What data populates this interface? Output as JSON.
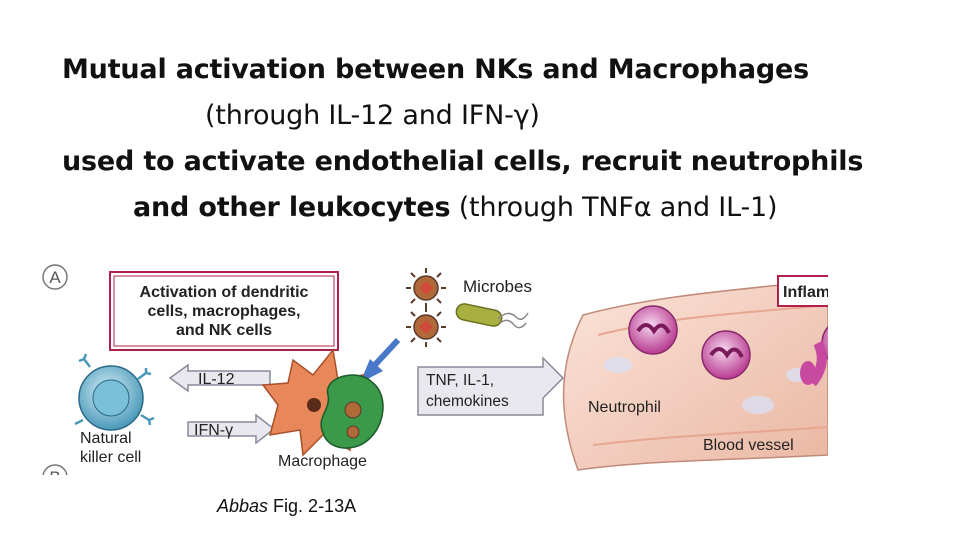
{
  "title": {
    "line1": "Mutual activation between NKs and Macrophages",
    "line2": "(through IL-12 and IFN-γ)",
    "line3": "used to activate endothelial cells, recruit neutrophils",
    "line4_bold": "and other leukocytes",
    "line4_rest": " (through TNFα and IL-1)"
  },
  "figure": {
    "panel_label": "A",
    "next_panel_label": "B",
    "activation_box": [
      "Activation of dendritic",
      "cells, macrophages,",
      "and NK cells"
    ],
    "microbes_label": "Microbes",
    "inflammation_label": "Inflammation",
    "il12_label": "IL-12",
    "ifn_label": "IFN-γ",
    "tnf_label": [
      "TNF, IL-1,",
      "chemokines"
    ],
    "neutrophil_label": "Neutrophil",
    "blood_vessel_label": "Blood vessel",
    "macrophage_label": "Macrophage",
    "nk_label": [
      "Natural",
      "killer cell"
    ],
    "colors": {
      "box_border": "#b0204a",
      "arrow_fill": "#e8e8ee",
      "arrow_stroke": "#8a8a9a",
      "blue_arrow": "#4a78c8",
      "nk_cell": "#5aaac8",
      "macrophage_orange": "#e8885a",
      "macrophage_green": "#3a9a4a",
      "neutrophil": "#c84aa0",
      "vessel": "#f2c8b8"
    }
  },
  "caption": {
    "author": "Abbas",
    "rest": " Fig. 2-13A"
  }
}
